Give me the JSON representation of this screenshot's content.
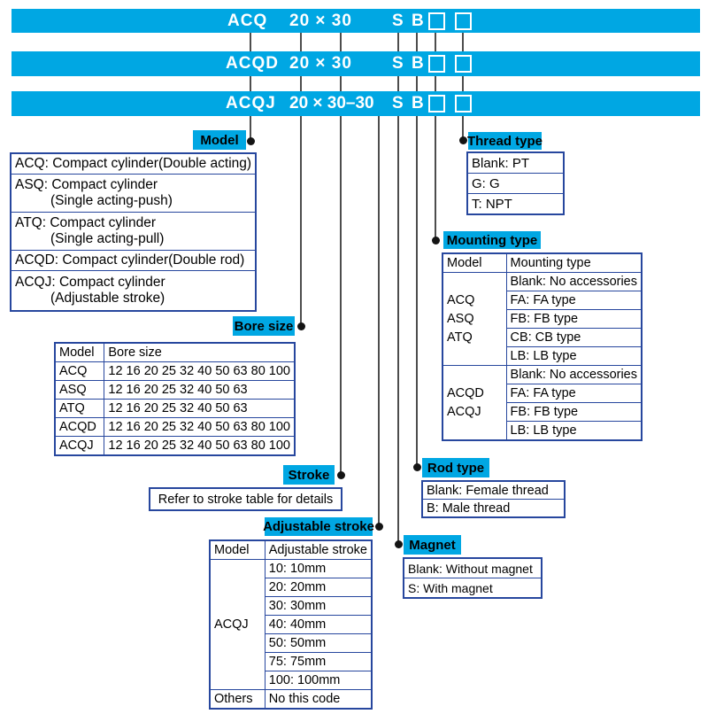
{
  "colors": {
    "accent": "#00A7E3",
    "table_border": "#27479E",
    "connector": "#4d4d4d",
    "bar_text": "#ffffff"
  },
  "code_bars": [
    {
      "model": "ACQ",
      "size": "20 × 30",
      "magnet": "S",
      "rod": "B"
    },
    {
      "model": "ACQD",
      "size": "20 × 30",
      "magnet": "S",
      "rod": "B"
    },
    {
      "model": "ACQJ",
      "size": "20 × 30–30",
      "magnet": "S",
      "rod": "B"
    }
  ],
  "labels": {
    "model": "Model",
    "thread_type": "Thread type",
    "mounting_type": "Mounting type",
    "bore_size": "Bore size",
    "stroke": "Stroke",
    "rod_type": "Rod type",
    "adjustable_stroke": "Adjustable stroke",
    "magnet": "Magnet"
  },
  "model_table": {
    "rows": [
      {
        "line1": "ACQ: Compact cylinder(Double acting)"
      },
      {
        "line1": "ASQ: Compact cylinder",
        "line2": "(Single acting-push)"
      },
      {
        "line1": "ATQ: Compact cylinder",
        "line2": "(Single acting-pull)"
      },
      {
        "line1": "ACQD: Compact cylinder(Double rod)"
      },
      {
        "line1": "ACQJ: Compact cylinder",
        "line2": "(Adjustable stroke)"
      }
    ]
  },
  "thread_table": {
    "rows": [
      "Blank: PT",
      "G: G",
      "T: NPT"
    ]
  },
  "mounting_table": {
    "headers": [
      "Model",
      "Mounting type"
    ],
    "groups": [
      {
        "models": [
          "ACQ",
          "ASQ",
          "ATQ"
        ],
        "options": [
          "Blank: No accessories",
          "FA: FA type",
          "FB: FB type",
          "CB: CB type",
          "LB: LB type"
        ]
      },
      {
        "models": [
          "ACQD",
          "ACQJ"
        ],
        "options": [
          "Blank: No accessories",
          "FA: FA type",
          "FB: FB type",
          "LB: LB type"
        ]
      }
    ]
  },
  "bore_table": {
    "headers": [
      "Model",
      "Bore size"
    ],
    "rows": [
      [
        "ACQ",
        "12 16 20 25 32 40 50 63 80 100"
      ],
      [
        "ASQ",
        "12 16 20 25 32 40 50 63"
      ],
      [
        "ATQ",
        "12 16 20 25 32 40 50 63"
      ],
      [
        "ACQD",
        "12 16 20 25 32 40 50 63 80 100"
      ],
      [
        "ACQJ",
        "12 16 20 25 32 40 50 63 80 100"
      ]
    ]
  },
  "stroke_note": "Refer to stroke table for details",
  "rod_table": {
    "rows": [
      "Blank: Female thread",
      "B: Male thread"
    ]
  },
  "adjustable_table": {
    "headers": [
      "Model",
      "Adjustable stroke"
    ],
    "group_model": "ACQJ",
    "options": [
      "10: 10mm",
      "20: 20mm",
      "30: 30mm",
      "40: 40mm",
      "50: 50mm",
      "75: 75mm",
      "100: 100mm"
    ],
    "others_label": "Others",
    "others_value": "No this code"
  },
  "magnet_table": {
    "rows": [
      "Blank: Without magnet",
      "S: With magnet"
    ]
  }
}
